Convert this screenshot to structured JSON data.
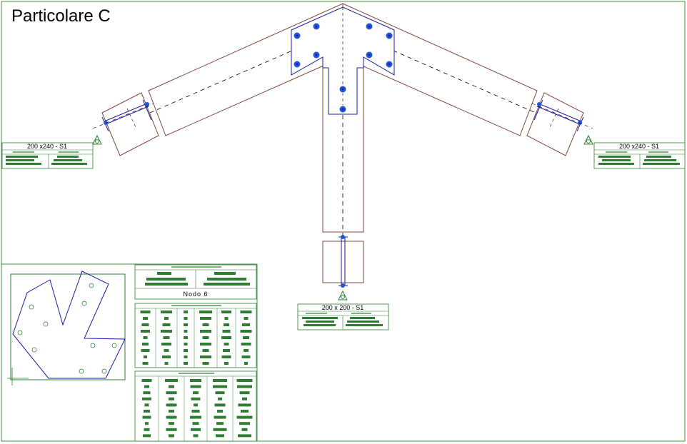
{
  "title": "Particolare C",
  "node_label": "Nodo 6",
  "sections": {
    "left": "200 x240 - S1",
    "right": "200 x240 - S1",
    "bottom": "200 x 200 - S1"
  },
  "colors": {
    "timber": "#7a4a3a",
    "plate": "#1a1aa8",
    "bolt": "#1f55d6",
    "annotation": "#2e7d32",
    "frame": "#3f8f3f"
  },
  "icons": [
    "support-triangle-icon",
    "bolt-icon"
  ]
}
